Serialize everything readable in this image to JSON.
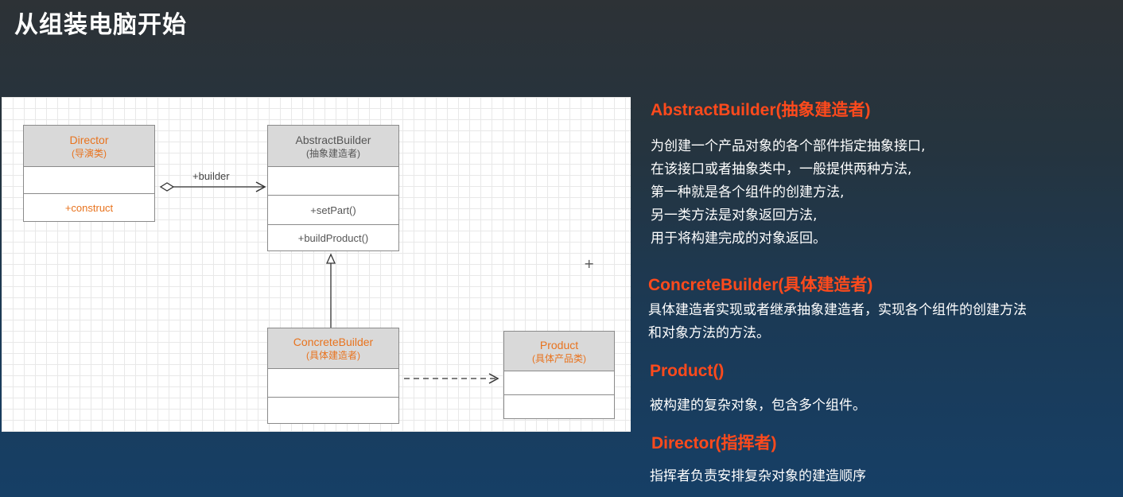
{
  "title": "从组装电脑开始",
  "diagram": {
    "director": {
      "name": "Director",
      "subtitle": "(导演类)",
      "op": "+construct"
    },
    "abstract_builder": {
      "name": "AbstractBuilder",
      "subtitle": "(抽象建造者)",
      "ops": [
        "+setPart()",
        "+buildProduct()"
      ]
    },
    "concrete_builder": {
      "name": "ConcreteBuilder",
      "subtitle": "(具体建造者)"
    },
    "product": {
      "name": "Product",
      "subtitle": "(具体产品类)"
    },
    "association_label": "+builder",
    "cursor": "+"
  },
  "sections": [
    {
      "heading": "AbstractBuilder(抽象建造者)",
      "lines": [
        "为创建一个产品对象的各个部件指定抽象接口,",
        "在该接口或者抽象类中，一般提供两种方法,",
        "第一种就是各个组件的创建方法,",
        "另一类方法是对象返回方法,",
        "用于将构建完成的对象返回。"
      ]
    },
    {
      "heading": "ConcreteBuilder(具体建造者)",
      "lines": [
        "具体建造者实现或者继承抽象建造者，实现各个组件的创建方法",
        "和对象方法的方法。"
      ]
    },
    {
      "heading": "Product()",
      "lines": [
        "被构建的复杂对象，包含多个组件。"
      ]
    },
    {
      "heading": "Director(指挥者)",
      "lines": [
        "指挥者负责安排复杂对象的建造顺序"
      ]
    }
  ],
  "colors": {
    "heading": "#ff4a1c",
    "uml_accent": "#e8731e"
  }
}
